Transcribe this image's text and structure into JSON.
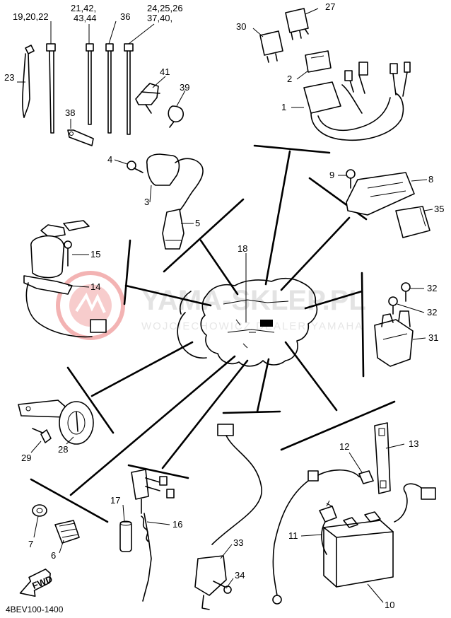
{
  "watermark": {
    "main": "YAMA-SKLEP.PL",
    "sub": "WOJCIECHOWICZ DEALER YAMAHA",
    "logo": "yamaha-tuning-fork-logo",
    "logo_color": "#f3b3b3"
  },
  "diagram_code": "4BEV100-1400",
  "fwd_arrow_label": "FWD",
  "callouts": {
    "c19": "19,20,22",
    "c21": "21,42,",
    "c43": "43,44",
    "c36": "36",
    "c24": "24,25,26",
    "c37": "37,40,",
    "c23": "23",
    "c38": "38",
    "c41": "41",
    "c39": "39",
    "c27": "27",
    "c30": "30",
    "c2": "2",
    "c1": "1",
    "c4": "4",
    "c3": "3",
    "c5": "5",
    "c9": "9",
    "c8": "8",
    "c35": "35",
    "c15": "15",
    "c14": "14",
    "c18": "18",
    "c32a": "32",
    "c32b": "32",
    "c31": "31",
    "c29": "29",
    "c28": "28",
    "c13": "13",
    "c12": "12",
    "c17": "17",
    "c16": "16",
    "c7": "7",
    "c6": "6",
    "c11": "11",
    "c33": "33",
    "c34": "34",
    "c10": "10"
  }
}
